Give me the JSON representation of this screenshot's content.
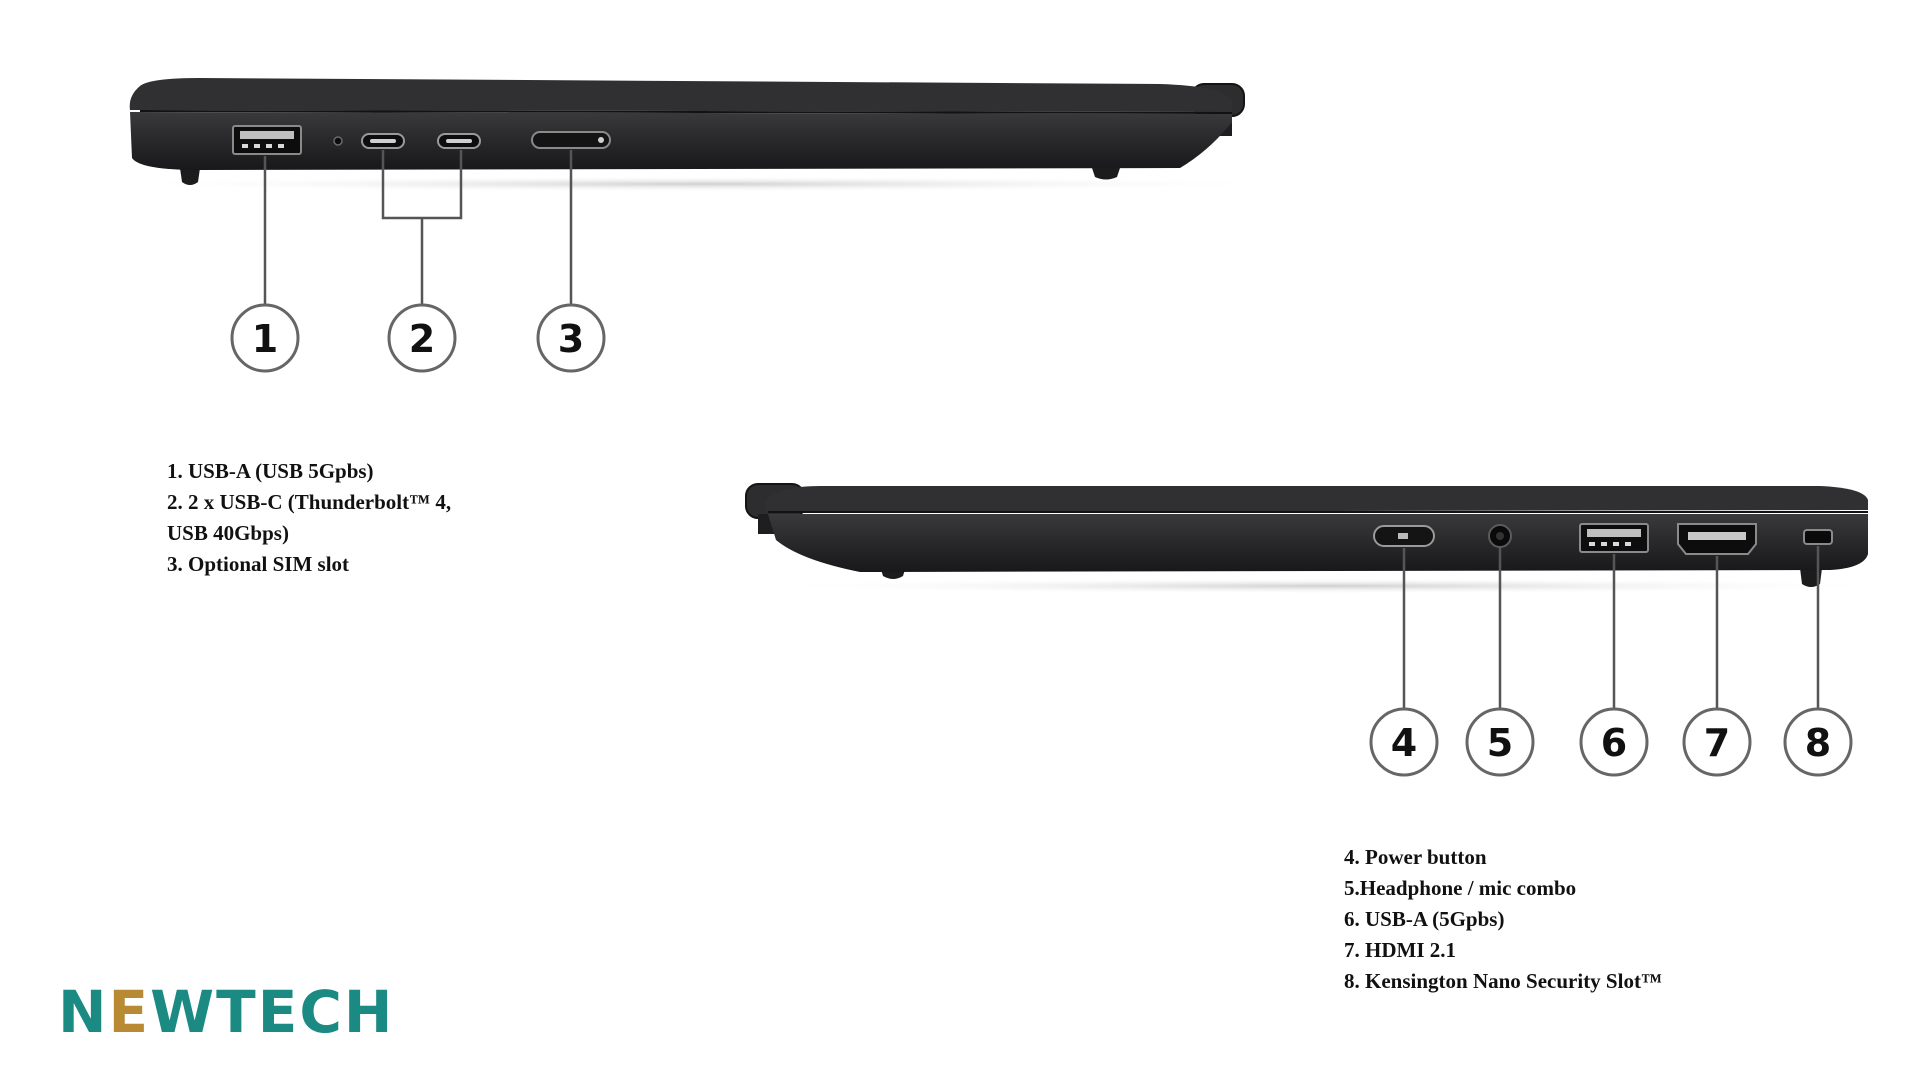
{
  "colors": {
    "laptop_body": "#2b2b2d",
    "laptop_edge": "#1a1a1b",
    "leader_line": "#555555",
    "logo_teal": "#1a8a82",
    "logo_gold": "#b98a34"
  },
  "left_side": {
    "callouts": [
      "1",
      "2",
      "3"
    ],
    "legend": [
      "1. USB-A (USB 5Gpbs)",
      "2. 2 x USB-C    (Thunderbolt™ 4,",
      "USB 40Gbps)",
      "3. Optional SIM slot"
    ]
  },
  "right_side": {
    "callouts": [
      "4",
      "5",
      "6",
      "7",
      "8"
    ],
    "legend": [
      "4. Power button",
      "5.Headphone / mic combo",
      "6. USB-A (5Gpbs)",
      "7. HDMI 2.1",
      "8. Kensington Nano Security Slot™"
    ]
  },
  "logo": {
    "part1": "N",
    "part2": "E",
    "part3": "WTECH",
    "icon": "newtech-logo"
  }
}
